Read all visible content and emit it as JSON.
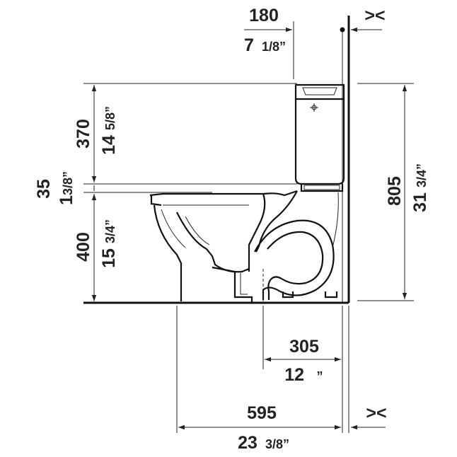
{
  "dimensions": {
    "top_offset": {
      "mm": "180",
      "inch_whole": "7",
      "inch_frac": "1/8”"
    },
    "tank_height": {
      "mm": "370",
      "inch_whole": "14",
      "inch_frac": "5/8”"
    },
    "seat_gap": {
      "mm": "35",
      "inch_whole": "1",
      "inch_frac": "3/8”"
    },
    "rim_height": {
      "mm": "400",
      "inch_whole": "15",
      "inch_frac": "3/4”"
    },
    "total_height": {
      "mm": "805",
      "inch_whole": "31",
      "inch_frac": "3/4”"
    },
    "rough_in": {
      "mm": "305",
      "inch_whole": "12",
      "inch_frac": "”"
    },
    "depth": {
      "mm": "595",
      "inch_whole": "23",
      "inch_frac": "3/8”"
    }
  },
  "wall_markers": {
    "top": "><",
    "bottom": "><"
  }
}
